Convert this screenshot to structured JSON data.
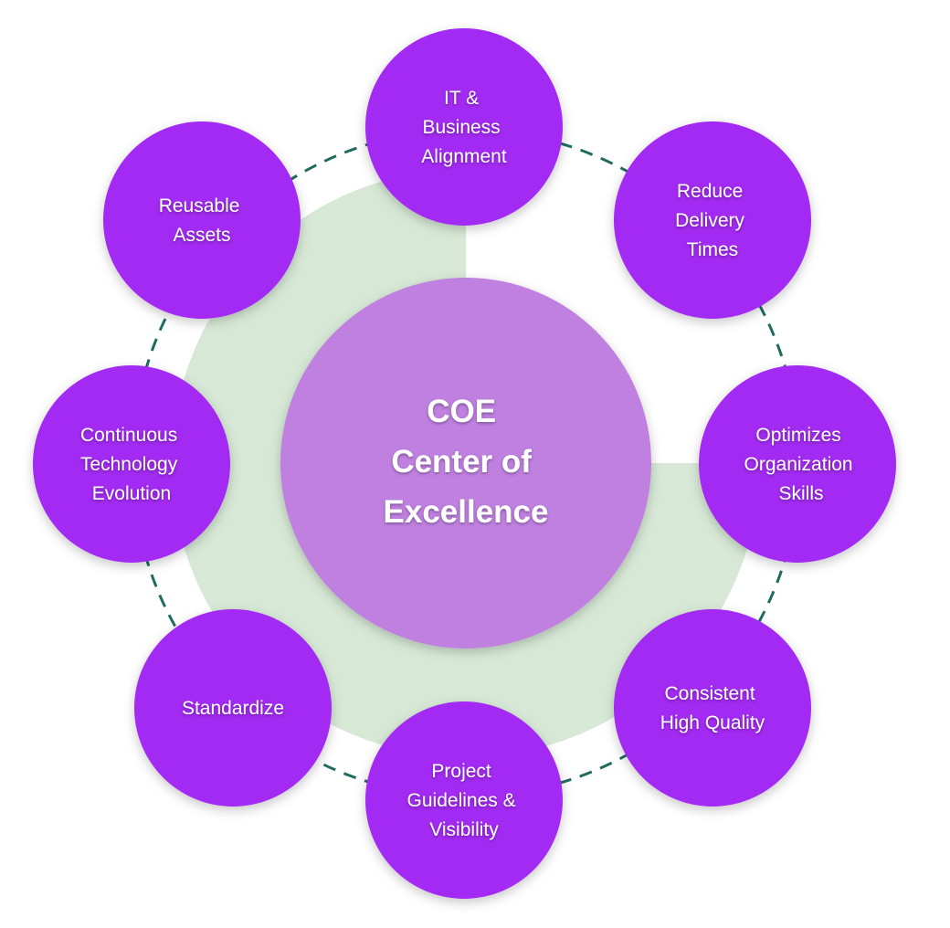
{
  "diagram": {
    "colors": {
      "ring": "#d5e8d4",
      "dashed_orbit": "#1f6b5e",
      "hub": "#bf80e0",
      "node": "#a22af2",
      "text": "#ffffff"
    },
    "hub": {
      "lines": [
        "COE",
        "Center of",
        "Excellence"
      ]
    },
    "nodes": [
      {
        "id": "it-business-alignment",
        "lines": [
          "IT &",
          "Business",
          "Alignment"
        ]
      },
      {
        "id": "reduce-delivery-times",
        "lines": [
          "Reduce",
          "Delivery",
          "Times"
        ]
      },
      {
        "id": "optimizes-organization-skills",
        "lines": [
          "Optimizes",
          "Organization",
          "Skills"
        ]
      },
      {
        "id": "consistent-high-quality",
        "lines": [
          "Consistent",
          "High Quality"
        ]
      },
      {
        "id": "project-guidelines-visibility",
        "lines": [
          "Project",
          "Guidelines &",
          "Visibility"
        ]
      },
      {
        "id": "standardize",
        "lines": [
          "Standardize"
        ]
      },
      {
        "id": "continuous-technology-evolution",
        "lines": [
          "Continuous",
          "Technology",
          "Evolution"
        ]
      },
      {
        "id": "reusable-assets",
        "lines": [
          "Reusable",
          "Assets"
        ]
      }
    ]
  }
}
